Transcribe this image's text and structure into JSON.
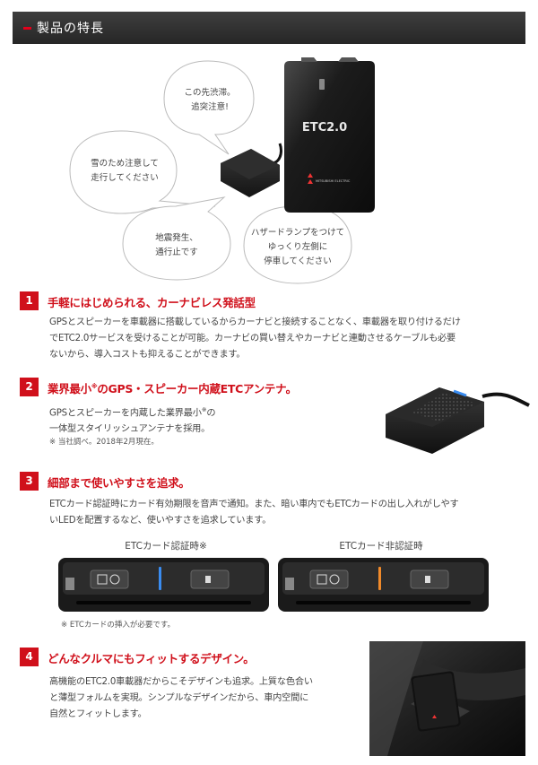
{
  "header": {
    "title": "製品の特長"
  },
  "hero": {
    "bubbles": [
      [
        "この先渋滞。",
        "追突注意!"
      ],
      [
        "雪のため注意して",
        "走行してください"
      ],
      [
        "地震発生、",
        "通行止です"
      ],
      [
        "ハザードランプをつけて",
        "ゆっくり左側に",
        "停車してください"
      ]
    ],
    "device_label": "ETC2.0",
    "brand_label": "MITSUBISHI ELECTRIC"
  },
  "features": [
    {
      "num": "1",
      "title": "手軽にはじめられる、カーナビレス発話型",
      "lines": [
        "GPSとスピーカーを車載器に搭載しているからカーナビと接続することなく、車載器を取り付けるだけ",
        "でETC2.0サービスを受けることが可能。カーナビの買い替えやカーナビと連動させるケーブルも必要",
        "ないから、導入コストも抑えることができます。"
      ]
    },
    {
      "num": "2",
      "title_pre": "業界最小",
      "title_sup": "※",
      "title_post": "のGPS・スピーカー内蔵ETCアンテナ。",
      "line1_pre": "GPSとスピーカーを内蔵した業界最小",
      "line1_sup": "※",
      "line1_post": "の",
      "line2": "一体型スタイリッシュアンテナを採用。",
      "note": "※ 当社調べ。2018年2月現在。"
    },
    {
      "num": "3",
      "title": "細部まで使いやすさを追求。",
      "lines": [
        "ETCカード認証時にカード有効期限を音声で通知。また、暗い車内でもETCカードの出し入れがしやす",
        "いLEDを配置するなど、使いやすさを追求しています。"
      ],
      "caption_left": "ETCカード認証時※",
      "caption_right": "ETCカード非認証時",
      "led_left_color": "#3a8cf0",
      "led_right_color": "#f08a2a",
      "note": "※ ETCカードの挿入が必要です。"
    },
    {
      "num": "4",
      "title": "どんなクルマにもフィットするデザイン。",
      "lines": [
        "高機能のETC2.0車載器だからこそデザインも追求。上質な色合い",
        "と薄型フォルムを実現。シンプルなデザインだから、車内空間に",
        "自然とフィットします。"
      ]
    }
  ]
}
